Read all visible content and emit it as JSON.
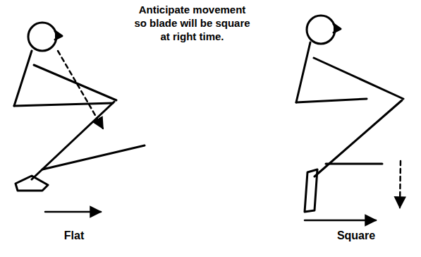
{
  "diagram": {
    "labels": [
      "Anticipate movement so blade will be square at right time.",
      "Flat",
      "Square"
    ]
  }
}
